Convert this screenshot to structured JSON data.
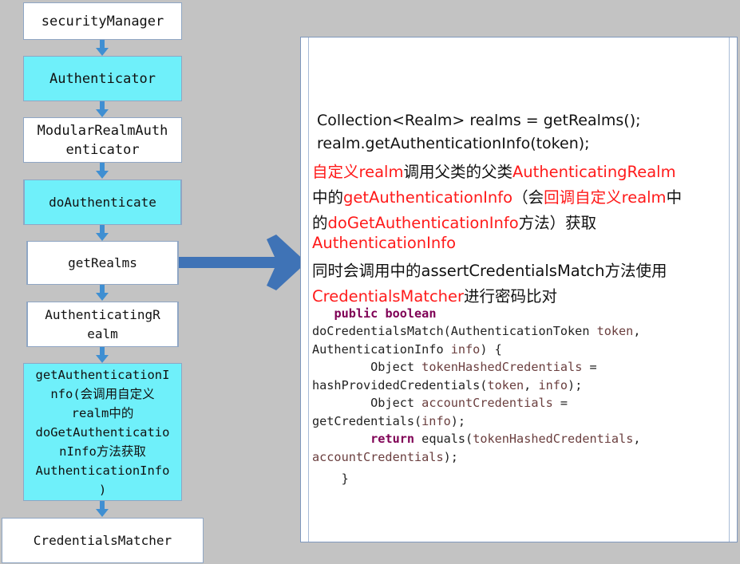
{
  "flow": {
    "security_manager": "securityManager",
    "authenticator": "Authenticator",
    "modular_line1": "ModularRealmAuth",
    "modular_line2": "enticator",
    "do_authenticate": "doAuthenticate",
    "get_realms": "getRealms",
    "authenticating_line1": "AuthenticatingR",
    "authenticating_line2": "ealm",
    "get_auth_info": [
      "getAuthenticationI",
      "nfo(会调用自定义",
      "realm中的",
      "doGetAuthenticatio",
      "nInfo方法获取",
      "AuthenticationInfo",
      ")"
    ],
    "credentials_matcher": "CredentialsMatcher"
  },
  "panel": {
    "line1": "Collection<Realm> realms = getRealms();",
    "line2": "realm.getAuthenticationInfo(token);",
    "line3": {
      "a": "自定义realm",
      "b": "调用父类的父类",
      "c": "AuthenticatingRealm"
    },
    "line4": {
      "a": "中的",
      "b": "getAuthenticationInfo",
      "c": "（会",
      "d": "回调自定义realm",
      "e": "中"
    },
    "line5": {
      "a": "的",
      "b": "doGetAuthenticationInfo",
      "c": "方法）获取"
    },
    "line6": "AuthenticationInfo",
    "line7": "同时会调用中的assertCredentialsMatch方法使用",
    "line8": {
      "a": "CredentialsMatcher",
      "b": "进行密码比对"
    },
    "code": {
      "c1_kw1": "public",
      "c1_kw2": "boolean",
      "c2_a": "doCredentialsMatch(AuthenticationToken ",
      "c2_b": "token",
      "c2_c": ",",
      "c3_a": "AuthenticationInfo ",
      "c3_b": "info",
      "c3_c": ") {",
      "c4_a": "Object ",
      "c4_b": "tokenHashedCredentials",
      "c4_c": " =",
      "c5_a": "hashProvidedCredentials(",
      "c5_b": "token",
      "c5_c": ", ",
      "c5_d": "info",
      "c5_e": ");",
      "c6_a": "Object ",
      "c6_b": "accountCredentials",
      "c6_c": " =",
      "c7_a": "getCredentials(",
      "c7_b": "info",
      "c7_c": ");",
      "c8_kw": "return",
      "c8_a": " equals(",
      "c8_b": "tokenHashedCredentials",
      "c8_c": ",",
      "c9_a": "accountCredentials",
      "c9_b": ");",
      "c10": "}"
    }
  },
  "colors": {
    "cyan": "#6ff0fa",
    "arrow": "#3f73b6",
    "red": "#ff1a1a",
    "keyword": "#7f0055"
  }
}
